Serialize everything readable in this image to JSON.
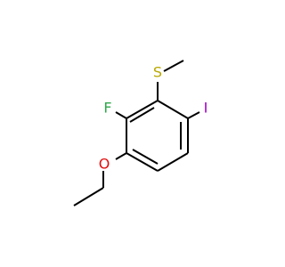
{
  "atoms": {
    "sulfur": {
      "symbol": "S",
      "color": "#b8a800"
    },
    "fluorine": {
      "symbol": "F",
      "color": "#2ea84a"
    },
    "iodine": {
      "symbol": "I",
      "color": "#a000c8"
    },
    "oxygen": {
      "symbol": "O",
      "color": "#e01010"
    }
  },
  "bond_color": "#000000"
}
